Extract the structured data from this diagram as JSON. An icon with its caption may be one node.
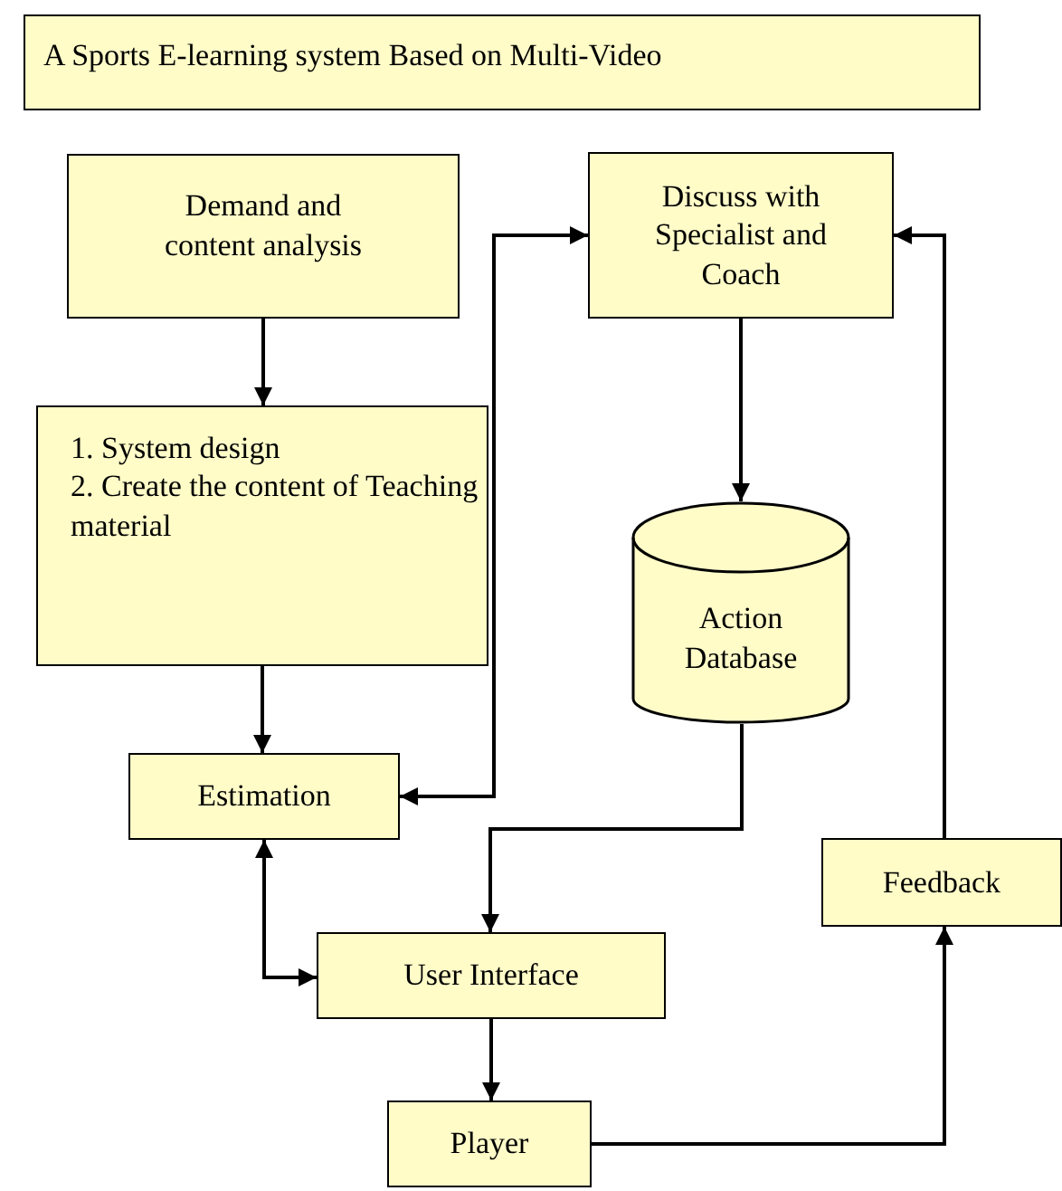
{
  "diagram": {
    "nodes": [
      {
        "text": [
          "A Sports E-learning system Based on Multi-Video"
        ]
      },
      {
        "text": [
          "Demand and content analysis"
        ]
      },
      {
        "text": [
          "Discuss with Specialist and Coach"
        ]
      },
      {
        "text": [
          "1. System design",
          "2. Create the content of Teaching material"
        ]
      },
      {
        "text": [
          "Action Database"
        ]
      },
      {
        "text": [
          "Estimation"
        ]
      },
      {
        "text": [
          "Feedback"
        ]
      },
      {
        "text": [
          "User Interface"
        ]
      },
      {
        "text": [
          "Player"
        ]
      }
    ],
    "edges": [
      {
        "from": 1,
        "to": 3,
        "arrow": "to"
      },
      {
        "from": 3,
        "to": 5,
        "arrow": "to"
      },
      {
        "from": 5,
        "to": 2,
        "arrow": "both"
      },
      {
        "from": 2,
        "to": 4,
        "arrow": "to"
      },
      {
        "from": 4,
        "to": 7,
        "arrow": "to"
      },
      {
        "from": 5,
        "to": 7,
        "arrow": "both"
      },
      {
        "from": 7,
        "to": 8,
        "arrow": "to"
      },
      {
        "from": 8,
        "to": 6,
        "arrow": "to"
      },
      {
        "from": 6,
        "to": 2,
        "arrow": "to"
      }
    ]
  }
}
